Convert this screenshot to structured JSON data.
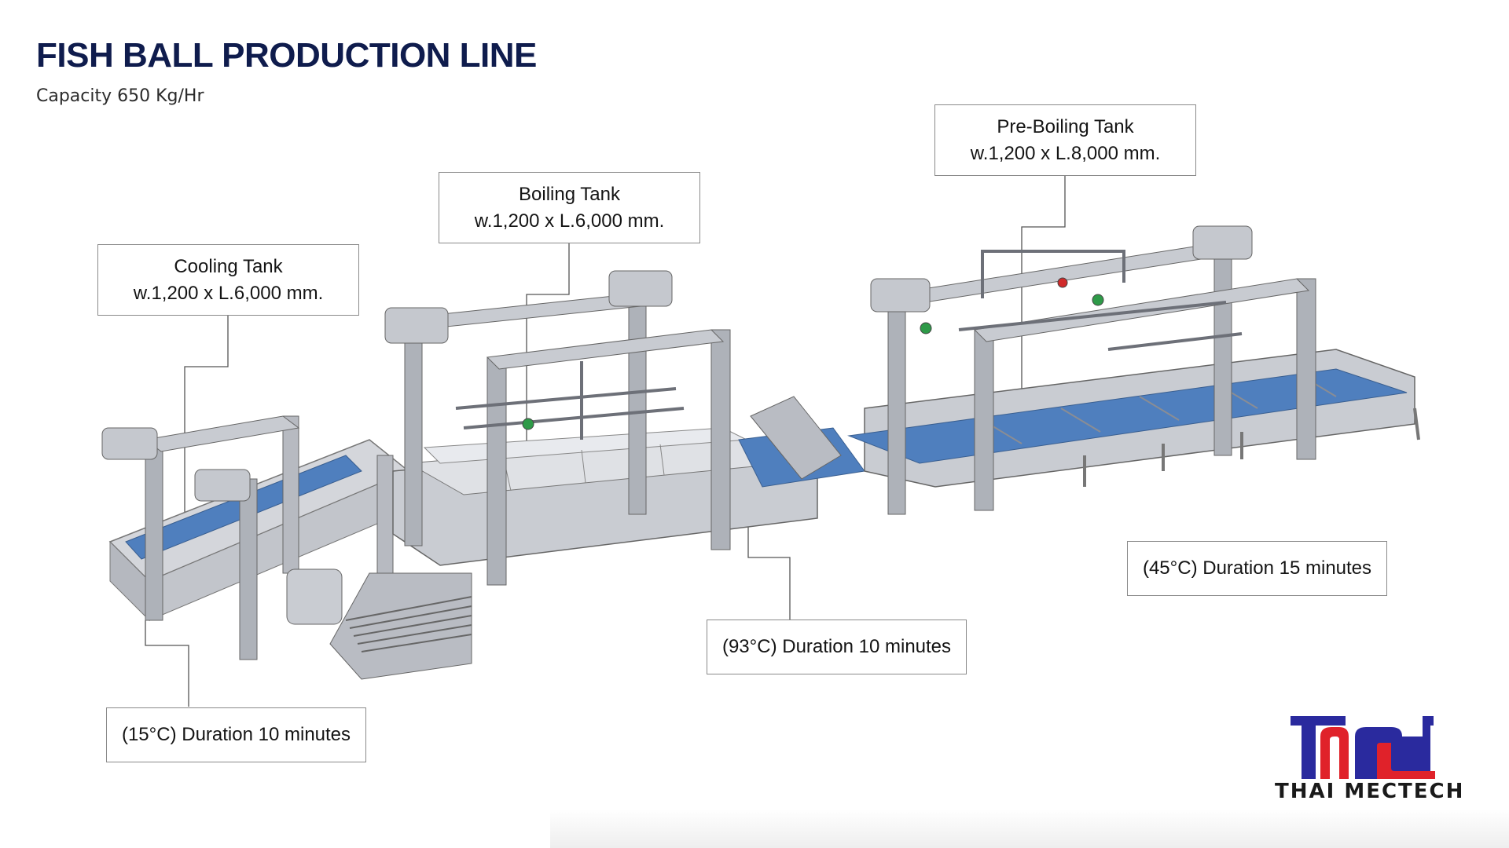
{
  "header": {
    "title": "FISH BALL PRODUCTION LINE",
    "subtitle": "Capacity 650 Kg/Hr"
  },
  "tanks": {
    "cooling": {
      "name": "Cooling Tank",
      "size": "w.1,200 x L.6,000 mm.",
      "condition": "(15°C) Duration 10 minutes"
    },
    "boiling": {
      "name": "Boiling Tank",
      "size": "w.1,200 x L.6,000 mm.",
      "condition": "(93°C) Duration 10 minutes"
    },
    "pre_boiling": {
      "name": "Pre-Boiling Tank",
      "size": "w.1,200 x L.8,000 mm.",
      "condition": "(45°C) Duration 15 minutes"
    }
  },
  "logo": {
    "text": "THAI MECTECH",
    "colors": {
      "primary": "#2a2a9e",
      "accent": "#e0222a"
    }
  },
  "colors": {
    "title": "#0f1c4d",
    "steel": "#c9ccd2",
    "steel_dark": "#6d7078",
    "water": "#4a7ab8"
  }
}
